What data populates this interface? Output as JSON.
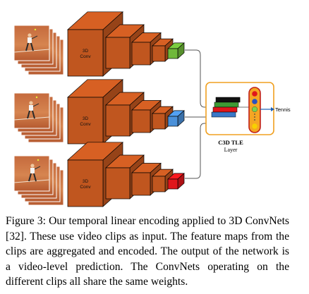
{
  "figure": {
    "rows": [
      {
        "conv_label": "3D\nConv",
        "output_color": "#6fb83a"
      },
      {
        "conv_label": "3D\nConv",
        "output_color": "#4a90d9"
      },
      {
        "conv_label": "3D\nConv",
        "output_color": "#e0161b"
      }
    ],
    "block_color": "#c0561f",
    "tle_title": "C3D TLE",
    "tle_subtitle": "Layer",
    "output_label": "Tennis"
  },
  "caption": "Figure 3: Our temporal linear encoding applied to 3D ConvNets [32]. These use video clips as input. The feature maps from the clips are aggregated and encoded. The output of the network is a video-level prediction. The ConvNets operating on the different clips all share the same weights."
}
